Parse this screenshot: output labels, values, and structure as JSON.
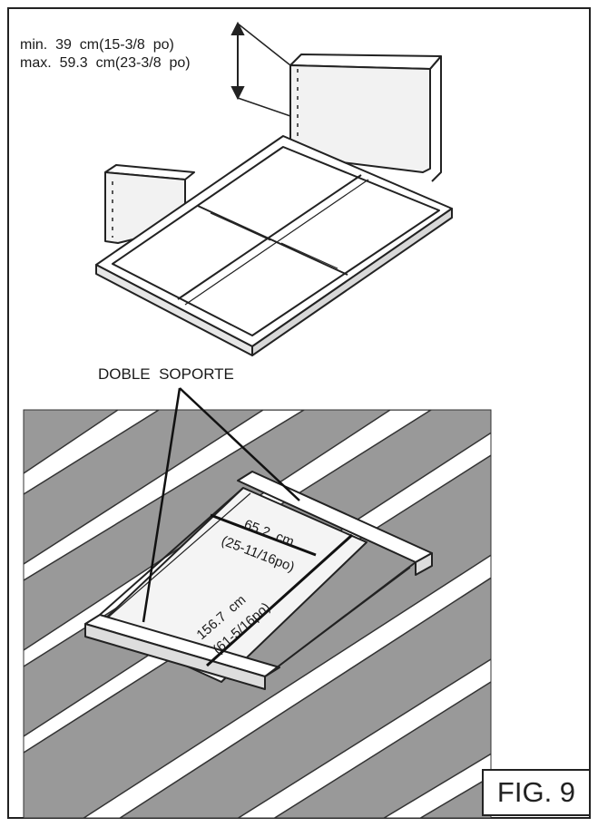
{
  "dimension_top": {
    "line1": "min.  39  cm(15-3/8  po)",
    "line2": "max.  59.3  cm(23-3/8  po)"
  },
  "callout_label": "DOBLE  SOPORTE",
  "opening": {
    "width_cm": "65.2  cm",
    "width_in": "(25-11/16po)",
    "length_cm": "156.7  cm",
    "length_in": "(61-5/16po)"
  },
  "figure_label": "FIG. 9"
}
